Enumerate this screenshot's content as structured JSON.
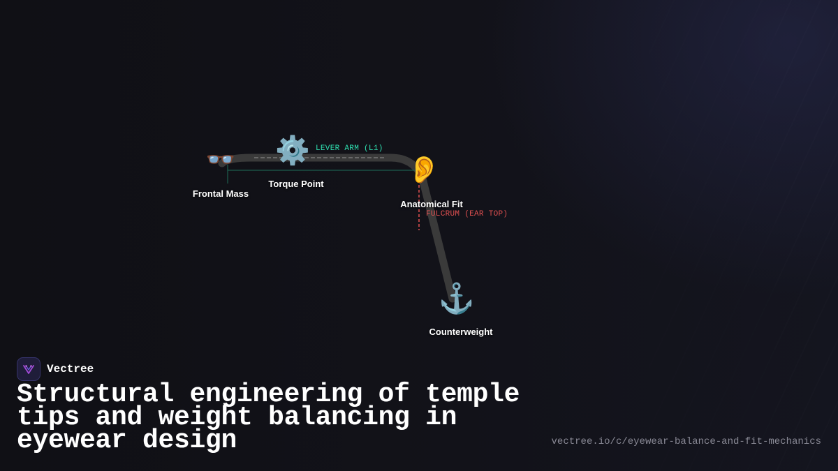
{
  "diagram": {
    "nodes": [
      {
        "id": "frontal",
        "icon_name": "glasses-icon",
        "icon": "👓",
        "label": "Frontal Mass"
      },
      {
        "id": "torque",
        "icon_name": "gear-icon",
        "icon": "⚙️",
        "label": "Torque Point"
      },
      {
        "id": "ear",
        "icon_name": "ear-icon",
        "icon": "👂",
        "label": "Anatomical Fit"
      },
      {
        "id": "counter",
        "icon_name": "anchor-icon",
        "icon": "⚓",
        "label": "Counterweight"
      }
    ],
    "annotations": {
      "lever_arm": "LEVER ARM (L1)",
      "fulcrum": "FULCRUM (EAR TOP)"
    },
    "colors": {
      "temple": "#3a3a3a",
      "lever": "#2fe0b0",
      "fulcrum": "#e05050"
    }
  },
  "brand": {
    "name": "Vectree",
    "logo_icon": "vectree-logo-icon"
  },
  "title": "Structural engineering of temple tips and weight balancing in eyewear design",
  "url": "vectree.io/c/eyewear-balance-and-fit-mechanics"
}
